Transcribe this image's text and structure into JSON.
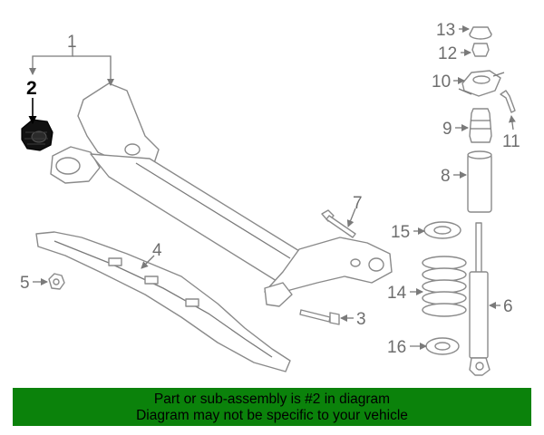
{
  "callouts": {
    "c1": "1",
    "c2": "2",
    "c3": "3",
    "c4": "4",
    "c5": "5",
    "c6": "6",
    "c7": "7",
    "c8": "8",
    "c9": "9",
    "c10": "10",
    "c11": "11",
    "c12": "12",
    "c13": "13",
    "c14": "14",
    "c15": "15",
    "c16": "16"
  },
  "highlight": {
    "part": "2",
    "color": "#000000"
  },
  "banner": {
    "line1": "Part or sub-assembly is #2 in diagram",
    "line2": "Diagram may not be specific to your vehicle",
    "color": "#0b820b"
  }
}
